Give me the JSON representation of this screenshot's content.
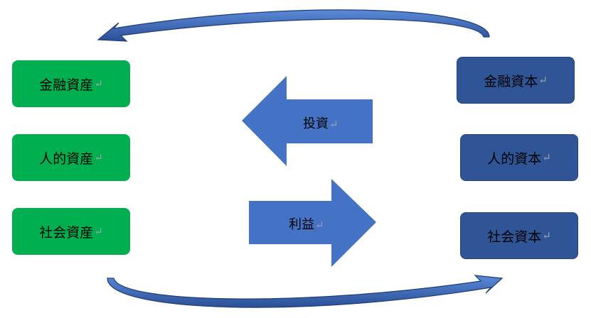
{
  "assets": [
    {
      "label": "金融資産"
    },
    {
      "label": "人的資産"
    },
    {
      "label": "社会資産"
    }
  ],
  "capitals": [
    {
      "label": "金融資本"
    },
    {
      "label": "人的資本"
    },
    {
      "label": "社会資本"
    }
  ],
  "arrows": {
    "investment_label": "投資",
    "profit_label": "利益"
  },
  "paragraph_mark": "↵",
  "colors": {
    "asset_fill": "#00b050",
    "capital_fill": "#2f5597",
    "block_arrow": "#4472c4",
    "curved_arrow": "#3e6cc3"
  }
}
